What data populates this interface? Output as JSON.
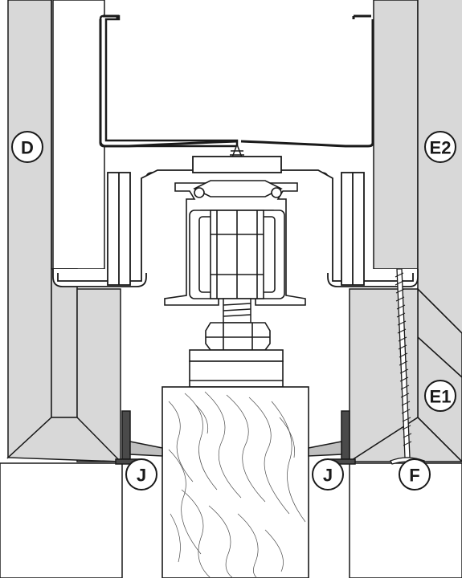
{
  "colors": {
    "panel_gray": "#d8d8d8",
    "line": "#1a1a1a",
    "metal": "#ffffff",
    "wood": "#ffffff",
    "background": "#ffffff"
  },
  "callouts": {
    "d": "D",
    "e2": "E2",
    "e1": "E1",
    "j_left": "J",
    "j_right": "J",
    "f": "F"
  },
  "icons": {
    "screw": "screw-icon",
    "roller": "roller-carriage-icon",
    "nut": "hex-nut-icon"
  }
}
